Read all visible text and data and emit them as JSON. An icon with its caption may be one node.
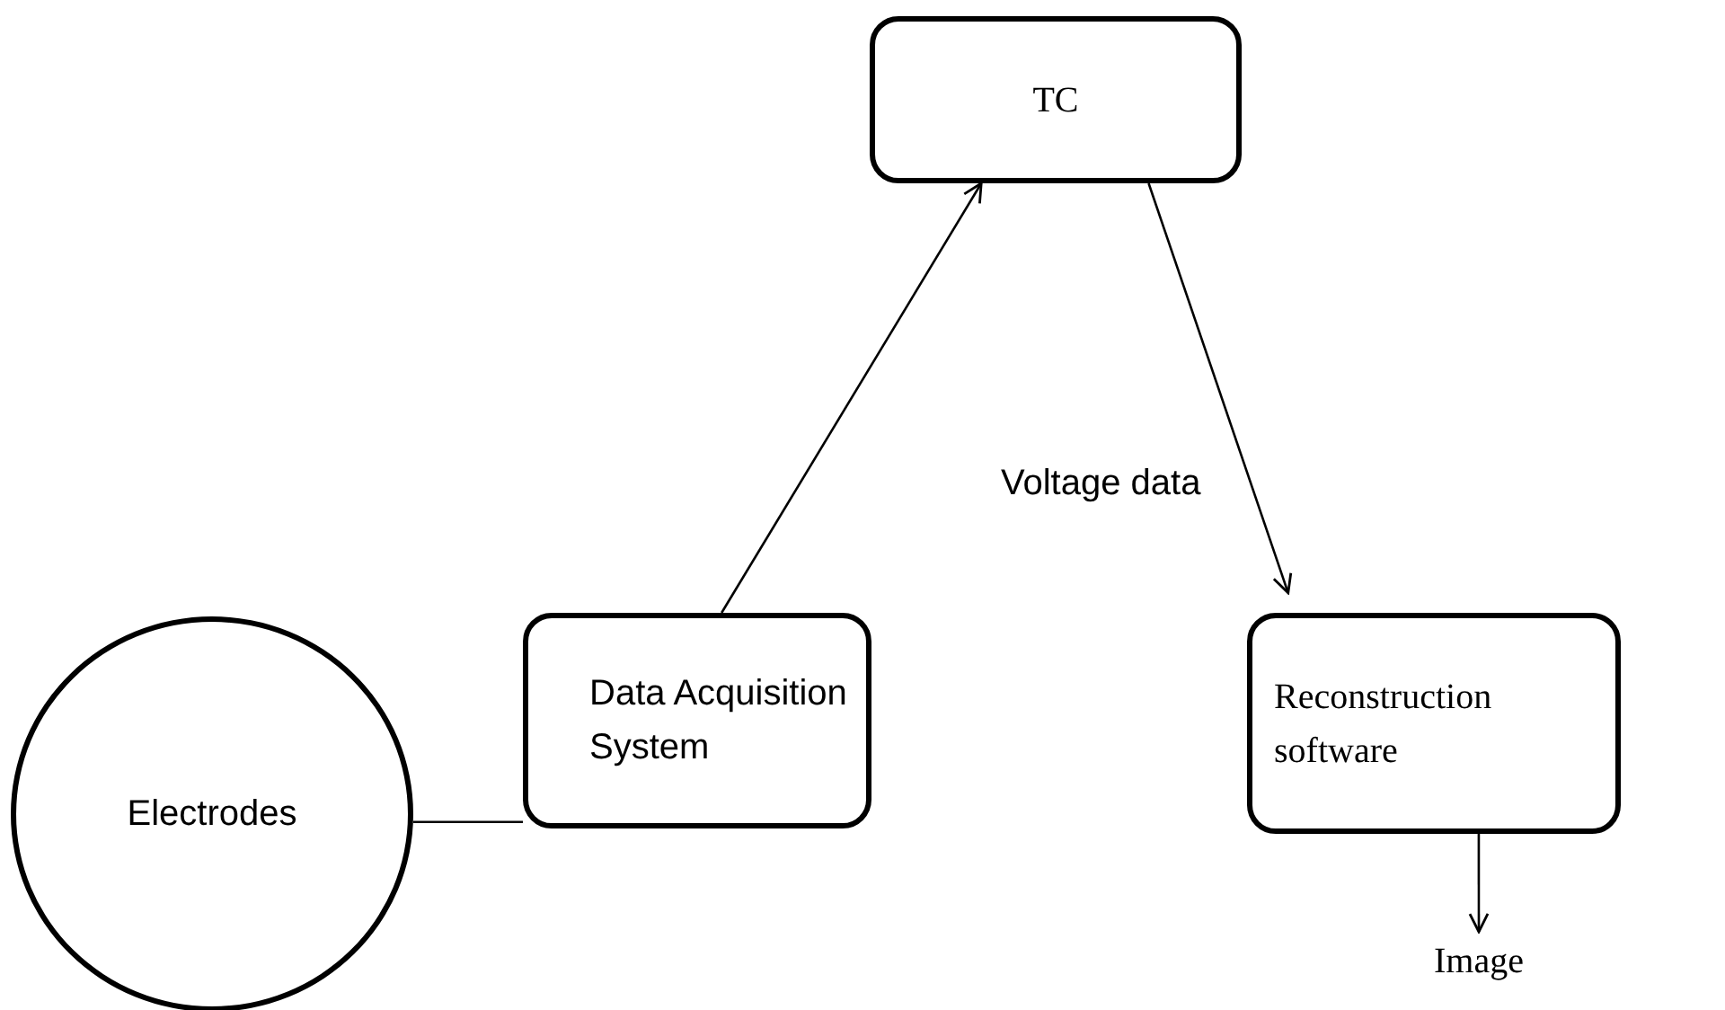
{
  "diagram": {
    "nodes": [
      {
        "text": [
          "Electrodes"
        ]
      },
      {
        "text": [
          "Data Acquisition System"
        ]
      },
      {
        "text": [
          "TC"
        ]
      },
      {
        "text": [
          "Reconstruction software"
        ]
      },
      {
        "text": [
          "Image"
        ]
      }
    ],
    "edges": [
      {
        "from": 0,
        "to": 1,
        "arrow": "none"
      },
      {
        "from": 1,
        "to": 2,
        "arrow": "to"
      },
      {
        "from": 2,
        "to": 3,
        "arrow": "to"
      },
      {
        "from": 3,
        "to": 4,
        "arrow": "to"
      }
    ],
    "labels": [
      "Voltage data"
    ]
  }
}
